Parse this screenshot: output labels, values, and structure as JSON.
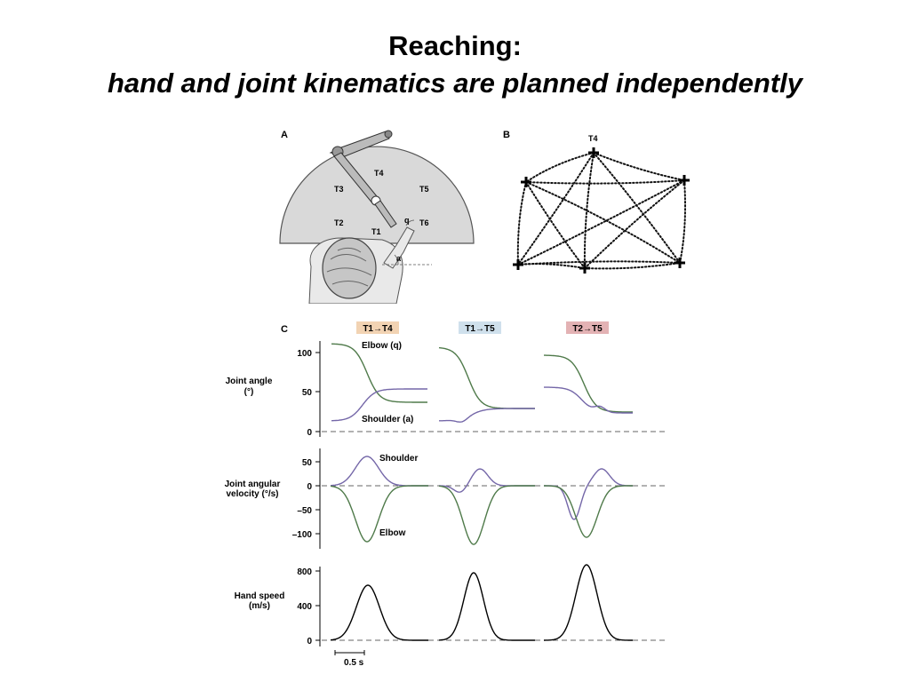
{
  "slide": {
    "title": "Reaching:",
    "subtitle": "hand and joint kinematics are planned independently"
  },
  "panel_a": {
    "label": "A",
    "targets": [
      "T1",
      "T2",
      "T3",
      "T4",
      "T5",
      "T6"
    ],
    "elbow_angle_label": "q",
    "shoulder_angle_label": "a"
  },
  "panel_b": {
    "label": "B",
    "top_target": "T4"
  },
  "panel_c": {
    "label": "C",
    "conditions": [
      {
        "label": "T1→T4",
        "color": "#f2d3b3"
      },
      {
        "label": "T1→T5",
        "color": "#cfe0ec"
      },
      {
        "label": "T2→T5",
        "color": "#e3b2b4"
      }
    ],
    "row1": {
      "ylabel": "Joint angle",
      "yunit": "(°)",
      "ticks": [
        "100",
        "50",
        "0"
      ],
      "elbow_label": "Elbow (q)",
      "shoulder_label": "Shoulder (a)"
    },
    "row2": {
      "ylabel": "Joint angular",
      "yunit": "velocity (°/s)",
      "ticks": [
        "50",
        "0",
        "–50",
        "–100"
      ],
      "shoulder_label": "Shoulder",
      "elbow_label": "Elbow"
    },
    "row3": {
      "ylabel": "Hand speed",
      "yunit": "(m/s)",
      "ticks": [
        "800",
        "400",
        "0"
      ]
    },
    "scale_bar": "0.5 s"
  },
  "colors": {
    "elbow": "#4f7a4a",
    "shoulder": "#7467a8",
    "hand": "#000000"
  }
}
